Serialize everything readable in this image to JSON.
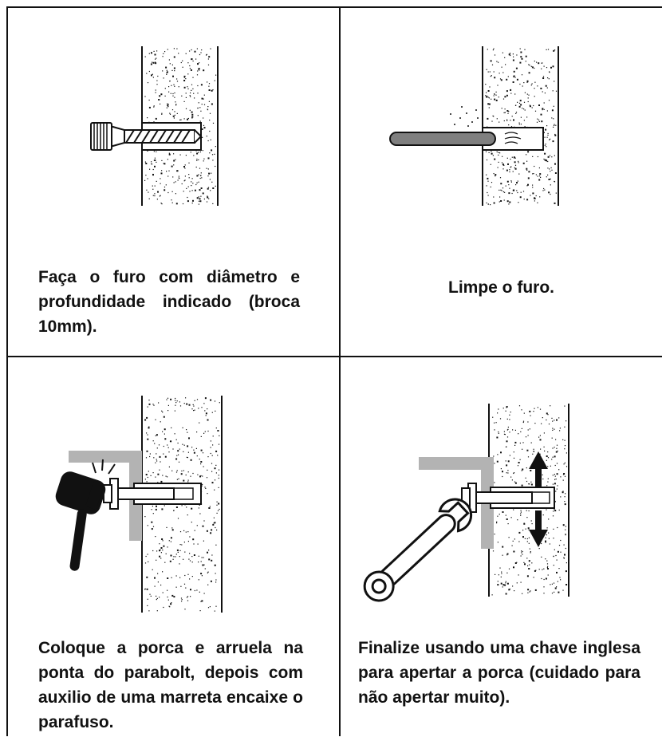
{
  "steps": [
    {
      "caption": "Faça o furo com diâmetro e profundidade indicado (broca 10mm).",
      "illustration": "drill-icon"
    },
    {
      "caption": "Limpe o furo.",
      "illustration": "cleaning-rod-icon"
    },
    {
      "caption": "Coloque a porca e  arruela na ponta do parabolt, depois com auxilio de uma marreta encaixe o parafuso.",
      "illustration": "hammer-icon"
    },
    {
      "caption": "Finalize usando uma chave inglesa para apertar a porca (cuidado para não apertar muito).",
      "illustration": "wrench-icon"
    }
  ],
  "colors": {
    "border": "#111111",
    "bracket": "#b3b3b3",
    "wall": "#ffffff",
    "speckle": "#111111"
  }
}
